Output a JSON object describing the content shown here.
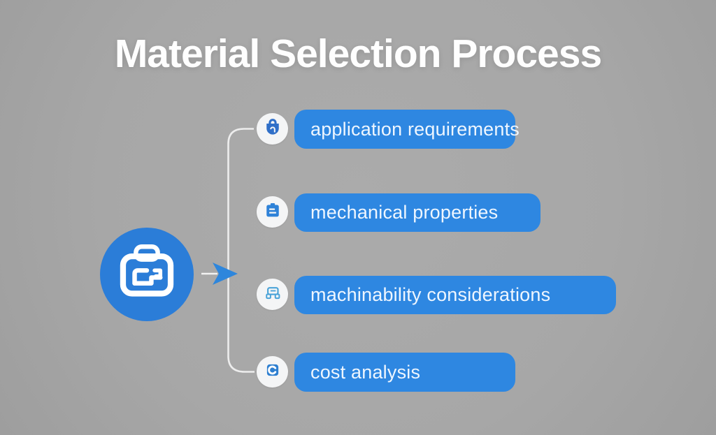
{
  "title": "Material Selection Process",
  "hub": {
    "icon": "briefcase-icon"
  },
  "connector": {
    "arrow_icon": "arrow-right-icon",
    "shape": "bracket"
  },
  "items": [
    {
      "label": "application requirements",
      "icon": "shield-icon"
    },
    {
      "label": "mechanical properties",
      "icon": "clipboard-icon"
    },
    {
      "label": "machinability considerations",
      "icon": "machine-icon"
    },
    {
      "label": "cost analysis",
      "icon": "cost-c-icon"
    }
  ],
  "colors": {
    "background": "#a8a8a8",
    "pill_blue": "#2e87e1",
    "hub_blue": "#2b7dd8",
    "arrow_blue": "#2e86dc",
    "connector_line": "#ededed",
    "title_text": "#fefefe",
    "pill_text": "#eef6ff",
    "icon_circle": "#f4f5f6"
  }
}
